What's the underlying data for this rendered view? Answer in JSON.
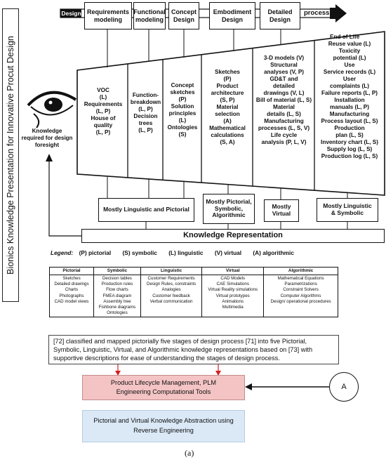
{
  "side_title": "Bionics  Knowledge Presentation for Innovative Procut Design",
  "header": {
    "design_label": "Design",
    "process_label": "process",
    "stages": [
      "Requirements modeling",
      "Functional modeling",
      "Concept Design",
      "Embodiment Design",
      "Detailed Design"
    ]
  },
  "eye_label": "Knowledge required for design foresight",
  "columns": [
    {
      "id": "requirements",
      "text": "VOC\n(L)\nRequirements\n(L, P)\nHouse of\nquality\n(L, P)"
    },
    {
      "id": "functional",
      "text": "Function-\nbreakdown\n(L, P)\nDecision\ntrees\n(L, P)"
    },
    {
      "id": "concept",
      "text": "Concept\nsketches\n(P)\nSolution\nprinciples\n(L)\nOntologies\n(S)"
    },
    {
      "id": "embodiment",
      "text": "Sketches\n(P)\nProduct\narchitecture\n(S, P)\nMaterial\nselection\n(A)\nMathematical\ncalculations\n(S, A)"
    },
    {
      "id": "detailed",
      "text": "3-D models (V)\nStructural\nanalyses (V, P)\nGD&T and\ndetailed\ndrawings (V, L)\nBill of material (L, S)\nMaterial\ndetails (L, S)\nManufacturing\nprocesses (L, S, V)\nLife cycle\nanalysis (P, L, V)"
    }
  ],
  "end_column": {
    "end_of_life_title": "End of Life",
    "end_of_life_items": "Reuse value (L)\nToxicity\npotential (L)",
    "use_title": "Use",
    "use_items": "Service records (L)\nUser\ncomplaints (L)\nFailure reports (L, P)\nInstallation\nmanuals (L, P)",
    "manufacturing_title": "Manufacturing",
    "manufacturing_items": "Process layout (L, S)\nProduction\nplan (L, S)\nInventory chart (L, S)\nSupply log (L, S)\nProduction log (L, S)"
  },
  "representation_boxes": [
    "Mostly Linguistic and Pictorial",
    "Mostly Pictorial,\nSymbolic,\nAlgorithmic",
    "Mostly\nVirtual",
    "Mostly Linguistic\n& Symbolic"
  ],
  "knowledge_representation": "Knowledge Representation",
  "legend": {
    "label": "Legend:",
    "items": [
      "(P) pictorial",
      "(S) symbolic",
      "(L) linguistic",
      "(V) virtual",
      "(A) algorithmic"
    ]
  },
  "table": {
    "headers": [
      "Pictorial",
      "Symbolic",
      "Linguistic",
      "Virtual",
      "Algorithmic"
    ],
    "columns": [
      [
        "Sketches",
        "Detailed drawings",
        "Charts",
        "Photographs",
        "CAD model views"
      ],
      [
        "Decision tables",
        "Production rules",
        "Flow charts",
        "FMEA diagram",
        "Assembly tree",
        "Fishbone diagrams",
        "Ontologies"
      ],
      [
        "Customer Requirements",
        "Design Rules, constraints",
        "Analogies",
        "Customer feedback",
        "Verbal communication"
      ],
      [
        "CAD Models",
        "CAE Simulations",
        "Virtual Reality simulations",
        "Virtual prototypes",
        "Animations",
        "Multimedia"
      ],
      [
        "Mathematical Equations",
        "Parametrizations",
        "Constraint Solvers",
        "Computer Algorithms",
        "Design/ operational procedures"
      ]
    ]
  },
  "caption": "[72] classified and mapped pictorially five stages of design process [71] into five Pictorial, Symbolic, Linguistic, Virtual, and Algorithmic knowledge representations based on [73] with supportive descriptions for ease of understanding the stages of design process.",
  "plm_box": {
    "line1": "Product Lifecycle Management, PLM",
    "line2": "Engineering Computational Tools"
  },
  "pv_box": {
    "line1": "Pictorial and Virtual Knowledge Abstraction using",
    "line2": "Reverse Engineering"
  },
  "circle_label": "A",
  "figure_label": "(a)",
  "colors": {
    "plm_fill": "#f4c4c4",
    "pv_fill": "#dbe9f7",
    "arrow_red": "#d42020",
    "line": "#111111"
  }
}
